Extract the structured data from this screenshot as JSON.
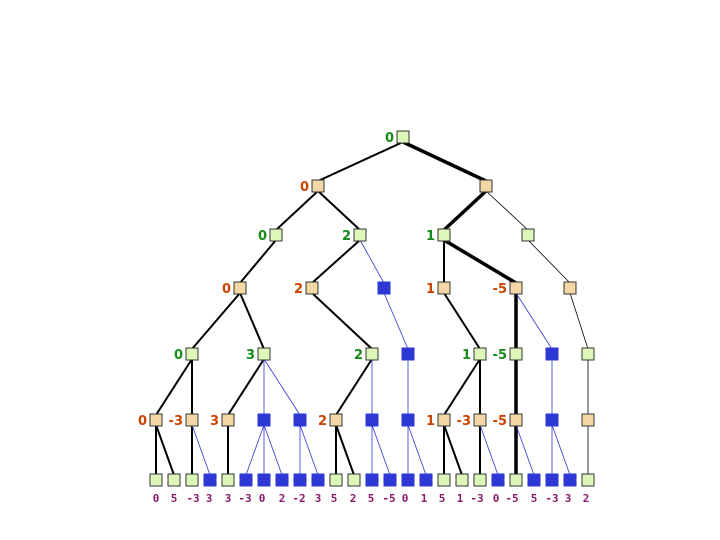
{
  "colors": {
    "max_node": "#ddf7b8",
    "min_node": "#f3d7a6",
    "pruned": "#2e36d4",
    "max_value": "#178a17",
    "min_value": "#cc4400",
    "leaf_value": "#8a1a6a",
    "edge": "#000000",
    "pruned_edge": "#2e36d4"
  },
  "tree": {
    "nodes": [
      {
        "id": "n0",
        "kind": "max",
        "value": "0"
      },
      {
        "id": "a",
        "kind": "min",
        "value": "0"
      },
      {
        "id": "b",
        "kind": "min",
        "value": ""
      },
      {
        "id": "a1",
        "kind": "max",
        "value": "0"
      },
      {
        "id": "a2",
        "kind": "max",
        "value": "2"
      },
      {
        "id": "b1",
        "kind": "max",
        "value": "1"
      },
      {
        "id": "b2",
        "kind": "max",
        "value": ""
      },
      {
        "id": "a1a",
        "kind": "min",
        "value": "0"
      },
      {
        "id": "a2a",
        "kind": "min",
        "value": "2"
      },
      {
        "id": "a2b",
        "kind": "pruned",
        "value": ""
      },
      {
        "id": "b1a",
        "kind": "min",
        "value": "1"
      },
      {
        "id": "b1b",
        "kind": "min",
        "value": "-5"
      },
      {
        "id": "b2a",
        "kind": "min",
        "value": ""
      },
      {
        "id": "m1",
        "kind": "max",
        "value": "0"
      },
      {
        "id": "m2",
        "kind": "max",
        "value": "3"
      },
      {
        "id": "m3",
        "kind": "max",
        "value": "2"
      },
      {
        "id": "m4",
        "kind": "pruned",
        "value": ""
      },
      {
        "id": "m5",
        "kind": "max",
        "value": "1"
      },
      {
        "id": "m6",
        "kind": "max",
        "value": "-5"
      },
      {
        "id": "m7",
        "kind": "pruned",
        "value": ""
      },
      {
        "id": "m8",
        "kind": "max",
        "value": ""
      },
      {
        "id": "p1",
        "kind": "min",
        "value": "0"
      },
      {
        "id": "p2",
        "kind": "min",
        "value": "-3"
      },
      {
        "id": "p3",
        "kind": "min",
        "value": "3"
      },
      {
        "id": "p4",
        "kind": "pruned",
        "value": ""
      },
      {
        "id": "p5",
        "kind": "pruned",
        "value": ""
      },
      {
        "id": "p6",
        "kind": "min",
        "value": "2"
      },
      {
        "id": "p7",
        "kind": "pruned",
        "value": ""
      },
      {
        "id": "p8",
        "kind": "pruned",
        "value": ""
      },
      {
        "id": "p9",
        "kind": "min",
        "value": "1"
      },
      {
        "id": "p10",
        "kind": "min",
        "value": "-3"
      },
      {
        "id": "p11",
        "kind": "min",
        "value": "-5"
      },
      {
        "id": "p12",
        "kind": "pruned",
        "value": ""
      },
      {
        "id": "p13",
        "kind": "min",
        "value": ""
      }
    ],
    "edges": [
      {
        "from": "n0",
        "to": "a",
        "w": 2
      },
      {
        "from": "n0",
        "to": "b",
        "w": 3.5
      },
      {
        "from": "a",
        "to": "a1",
        "w": 2
      },
      {
        "from": "a",
        "to": "a2",
        "w": 2
      },
      {
        "from": "b",
        "to": "b1",
        "w": 3.5
      },
      {
        "from": "b",
        "to": "b2",
        "w": 0.8
      },
      {
        "from": "a1",
        "to": "a1a",
        "w": 2
      },
      {
        "from": "a2",
        "to": "a2a",
        "w": 2
      },
      {
        "from": "a2",
        "to": "a2b",
        "w": 0.8,
        "pruned": true
      },
      {
        "from": "b1",
        "to": "b1a",
        "w": 2
      },
      {
        "from": "b1",
        "to": "b1b",
        "w": 3.5
      },
      {
        "from": "b2",
        "to": "b2a",
        "w": 0.8
      },
      {
        "from": "a1a",
        "to": "m1",
        "w": 2
      },
      {
        "from": "a1a",
        "to": "m2",
        "w": 2
      },
      {
        "from": "a2a",
        "to": "m3",
        "w": 2
      },
      {
        "from": "a2b",
        "to": "m4",
        "w": 0.8,
        "pruned": true
      },
      {
        "from": "b1a",
        "to": "m5",
        "w": 2
      },
      {
        "from": "b1b",
        "to": "m6",
        "w": 3.5
      },
      {
        "from": "b1b",
        "to": "m7",
        "w": 0.8,
        "pruned": true
      },
      {
        "from": "b2a",
        "to": "m8",
        "w": 0.8
      },
      {
        "from": "m1",
        "to": "p1",
        "w": 2
      },
      {
        "from": "m1",
        "to": "p2",
        "w": 2
      },
      {
        "from": "m2",
        "to": "p3",
        "w": 2
      },
      {
        "from": "m2",
        "to": "p4",
        "w": 0.8,
        "pruned": true
      },
      {
        "from": "m2",
        "to": "p5",
        "w": 0.8,
        "pruned": true
      },
      {
        "from": "m3",
        "to": "p6",
        "w": 2
      },
      {
        "from": "m3",
        "to": "p7",
        "w": 0.8,
        "pruned": true
      },
      {
        "from": "m4",
        "to": "p8",
        "w": 0.8,
        "pruned": true
      },
      {
        "from": "m5",
        "to": "p9",
        "w": 2
      },
      {
        "from": "m5",
        "to": "p10",
        "w": 2
      },
      {
        "from": "m6",
        "to": "p11",
        "w": 3.5
      },
      {
        "from": "m7",
        "to": "p12",
        "w": 0.8,
        "pruned": true
      },
      {
        "from": "m8",
        "to": "p13",
        "w": 0.8
      }
    ],
    "leaves": [
      {
        "parent": "p1",
        "kind": "leaf",
        "w": 2
      },
      {
        "parent": "p1",
        "kind": "leaf",
        "w": 2
      },
      {
        "parent": "p2",
        "kind": "leaf",
        "w": 2
      },
      {
        "parent": "p2",
        "kind": "pruned",
        "w": 0.8
      },
      {
        "parent": "p3",
        "kind": "leaf",
        "w": 2
      },
      {
        "parent": "p4",
        "kind": "pruned",
        "w": 0.8
      },
      {
        "parent": "p4",
        "kind": "pruned",
        "w": 0.8
      },
      {
        "parent": "p4",
        "kind": "pruned",
        "w": 0.8
      },
      {
        "parent": "p5",
        "kind": "pruned",
        "w": 0.8
      },
      {
        "parent": "p5",
        "kind": "pruned",
        "w": 0.8
      },
      {
        "parent": "p6",
        "kind": "leaf",
        "w": 2
      },
      {
        "parent": "p6",
        "kind": "leaf",
        "w": 2
      },
      {
        "parent": "p7",
        "kind": "pruned",
        "w": 0.8
      },
      {
        "parent": "p7",
        "kind": "pruned",
        "w": 0.8
      },
      {
        "parent": "p8",
        "kind": "pruned",
        "w": 0.8
      },
      {
        "parent": "p8",
        "kind": "pruned",
        "w": 0.8
      },
      {
        "parent": "p9",
        "kind": "leaf",
        "w": 2
      },
      {
        "parent": "p9",
        "kind": "leaf",
        "w": 2
      },
      {
        "parent": "p10",
        "kind": "leaf",
        "w": 2
      },
      {
        "parent": "p10",
        "kind": "pruned",
        "w": 0.8
      },
      {
        "parent": "p11",
        "kind": "leaf",
        "w": 3.5
      },
      {
        "parent": "p11",
        "kind": "pruned",
        "w": 0.8
      },
      {
        "parent": "p12",
        "kind": "pruned",
        "w": 0.8
      },
      {
        "parent": "p12",
        "kind": "pruned",
        "w": 0.8
      },
      {
        "parent": "p13",
        "kind": "leaf",
        "w": 0.8
      }
    ],
    "leaf_value_labels": [
      "0",
      "5",
      "-3",
      "3",
      "3",
      "-3",
      "0",
      "2",
      "-2",
      "3",
      "5",
      "2",
      "5",
      "-5",
      "0",
      "1",
      "5",
      "1",
      "-3",
      "0",
      "-5",
      "5",
      "-3",
      "3",
      "2"
    ]
  }
}
